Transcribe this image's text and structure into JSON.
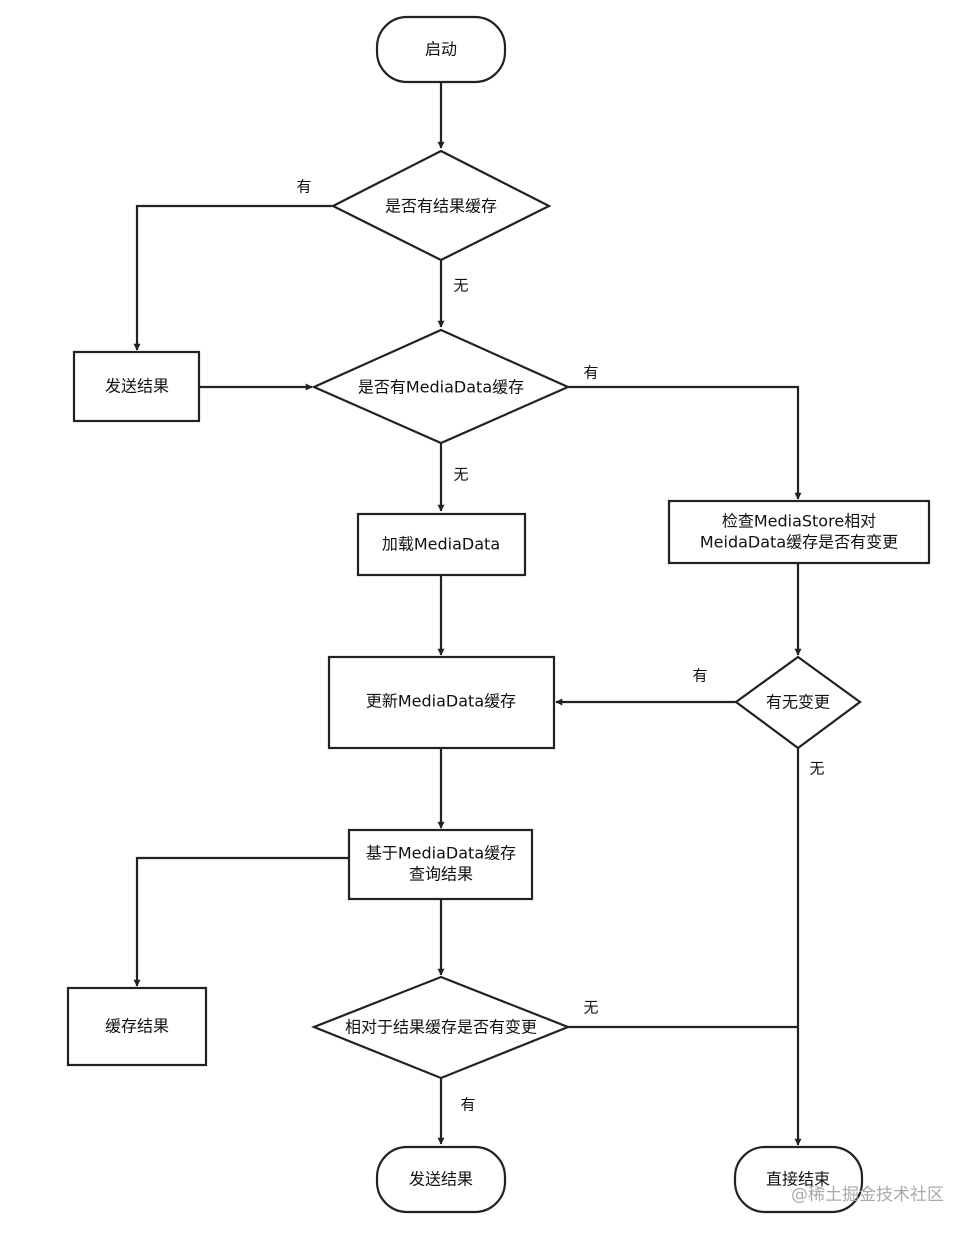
{
  "nodes": {
    "start": "启动",
    "has_result_cache": "是否有结果缓存",
    "send_result_left": "发送结果",
    "has_mediadata_cache": "是否有MediaData缓存",
    "load_mediadata": "加载MediaData",
    "check_mediastore": [
      "检查MediaStore相对",
      "MeidaData缓存是否有变更"
    ],
    "has_change": "有无变更",
    "update_mediadata_cache": "更新MediaData缓存",
    "query_result": [
      "基于MediaData缓存",
      "查询结果"
    ],
    "cache_result": "缓存结果",
    "result_cache_changed": "相对于结果缓存是否有变更",
    "send_result_end": "发送结果",
    "end_direct": "直接结束"
  },
  "edge_labels": {
    "yes": "有",
    "no": "无"
  },
  "watermark": "@稀土掘金技术社区"
}
